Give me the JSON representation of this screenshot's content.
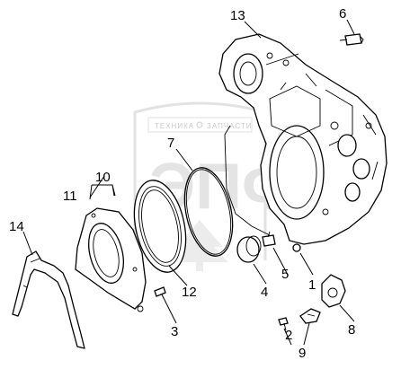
{
  "labels": {
    "l1": "1",
    "l2": "2",
    "l3": "3",
    "l4": "4",
    "l5": "5",
    "l6": "6",
    "l7": "7",
    "l8": "8",
    "l9": "9",
    "l10": "10",
    "l11": "11",
    "l12": "12",
    "l13": "13",
    "l14": "14"
  },
  "watermark": {
    "left_text": "ТЕХНИКА",
    "right_text": "ЗАПЧАСТИ",
    "big_text": "ЭПФ"
  },
  "colors": {
    "line": "#000000",
    "watermark": "#d8d8d8",
    "background": "#ffffff"
  }
}
